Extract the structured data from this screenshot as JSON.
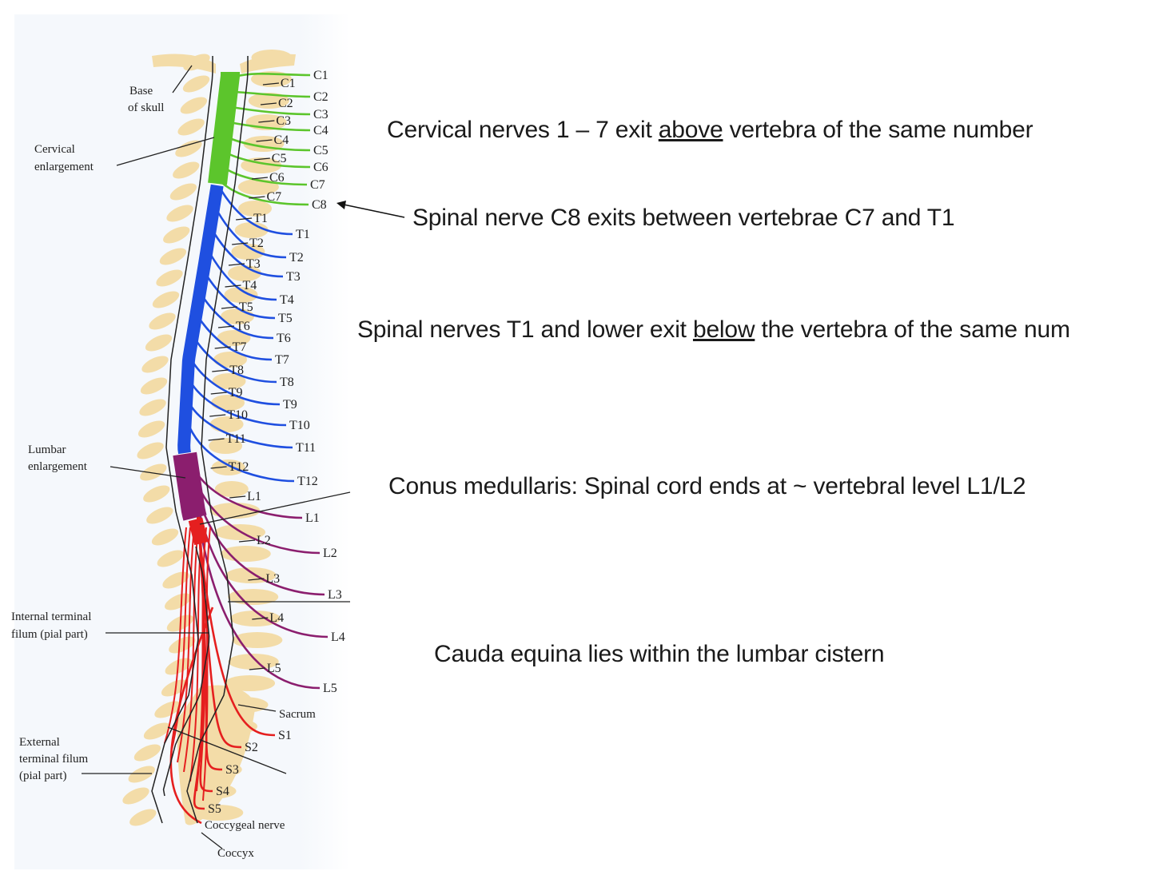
{
  "colors": {
    "cervical": "#5cc52c",
    "thoracic": "#1f4fe0",
    "lumbar": "#8b1e6e",
    "sacral": "#e51f1f",
    "vertebra": "#f3dca8"
  },
  "figure_labels": {
    "base_skull_1": "Base",
    "base_skull_2": "of skull",
    "cervical_enl_1": "Cervical",
    "cervical_enl_2": "enlargement",
    "lumbar_enl_1": "Lumbar",
    "lumbar_enl_2": "enlargement",
    "internal_filum_1": "Internal terminal",
    "internal_filum_2": "filum (pial part)",
    "external_filum_1": "External",
    "external_filum_2": "terminal filum",
    "external_filum_3": "(pial part)",
    "sacrum": "Sacrum",
    "coccygeal_nerve": "Coccygeal nerve",
    "coccyx": "Coccyx"
  },
  "vertebra_labels": [
    "C1",
    "C2",
    "C3",
    "C4",
    "C5",
    "C6",
    "C7",
    "T1",
    "T2",
    "T3",
    "T4",
    "T5",
    "T6",
    "T7",
    "T8",
    "T9",
    "T10",
    "T11",
    "T12",
    "L1",
    "L2",
    "L3",
    "L4",
    "L5"
  ],
  "nerve_labels": [
    "C1",
    "C2",
    "C3",
    "C4",
    "C5",
    "C6",
    "C7",
    "C8",
    "T1",
    "T2",
    "T3",
    "T4",
    "T5",
    "T6",
    "T7",
    "T8",
    "T9",
    "T10",
    "T11",
    "T12",
    "L1",
    "L2",
    "L3",
    "L4",
    "L5",
    "S1",
    "S2",
    "S3",
    "S4",
    "S5"
  ],
  "notes": {
    "cervical_pre": "Cervical nerves 1 – 7 exit ",
    "cervical_emph": "above",
    "cervical_post": " vertebra of the same number",
    "c8": "Spinal nerve C8 exits between vertebrae C7 and T1",
    "thoracic_pre": "Spinal nerves T1 and lower exit ",
    "thoracic_emph": "below",
    "thoracic_post": " the vertebra of the same num",
    "conus": "Conus medullaris: Spinal cord ends at ~ vertebral level L1/L2",
    "cauda": "Cauda equina lies within the lumbar cistern"
  }
}
